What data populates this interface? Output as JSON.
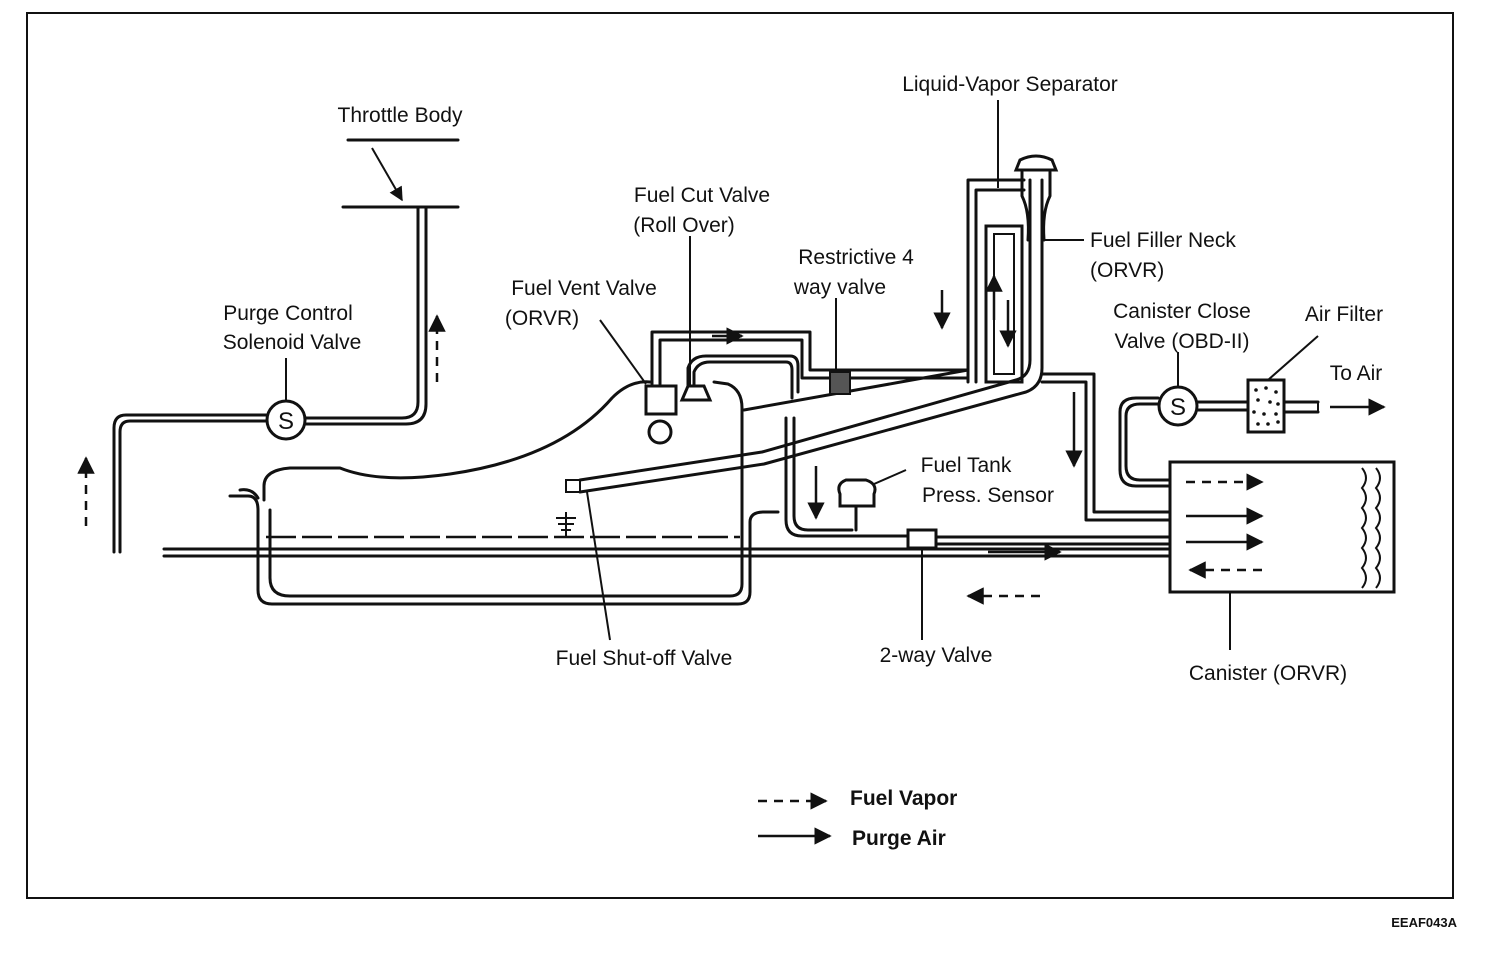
{
  "labels": {
    "throttle_body": "Throttle Body",
    "liquid_vapor_separator": "Liquid-Vapor Separator",
    "fuel_cut_valve_1": "Fuel Cut Valve",
    "fuel_cut_valve_2": "(Roll Over)",
    "restrictive_valve_1": "Restrictive 4",
    "restrictive_valve_2": "way valve",
    "fuel_filler_neck_1": "Fuel Filler Neck",
    "fuel_filler_neck_2": "(ORVR)",
    "purge_control_1": "Purge Control",
    "purge_control_2": "Solenoid Valve",
    "fuel_vent_valve_1": "Fuel Vent Valve",
    "fuel_vent_valve_2": "(ORVR)",
    "canister_close_1": "Canister Close",
    "canister_close_2": "Valve (OBD-II)",
    "air_filter": "Air Filter",
    "to_air": "To Air",
    "fuel_tank_sensor_1": "Fuel Tank",
    "fuel_tank_sensor_2": "Press. Sensor",
    "fuel_shutoff_valve": "Fuel Shut-off Valve",
    "two_way_valve": "2-way Valve",
    "canister": "Canister (ORVR)",
    "solenoid_symbol": "S"
  },
  "legend": {
    "fuel_vapor": "Fuel Vapor",
    "purge_air": "Purge Air"
  },
  "figure_code": "EEAF043A"
}
